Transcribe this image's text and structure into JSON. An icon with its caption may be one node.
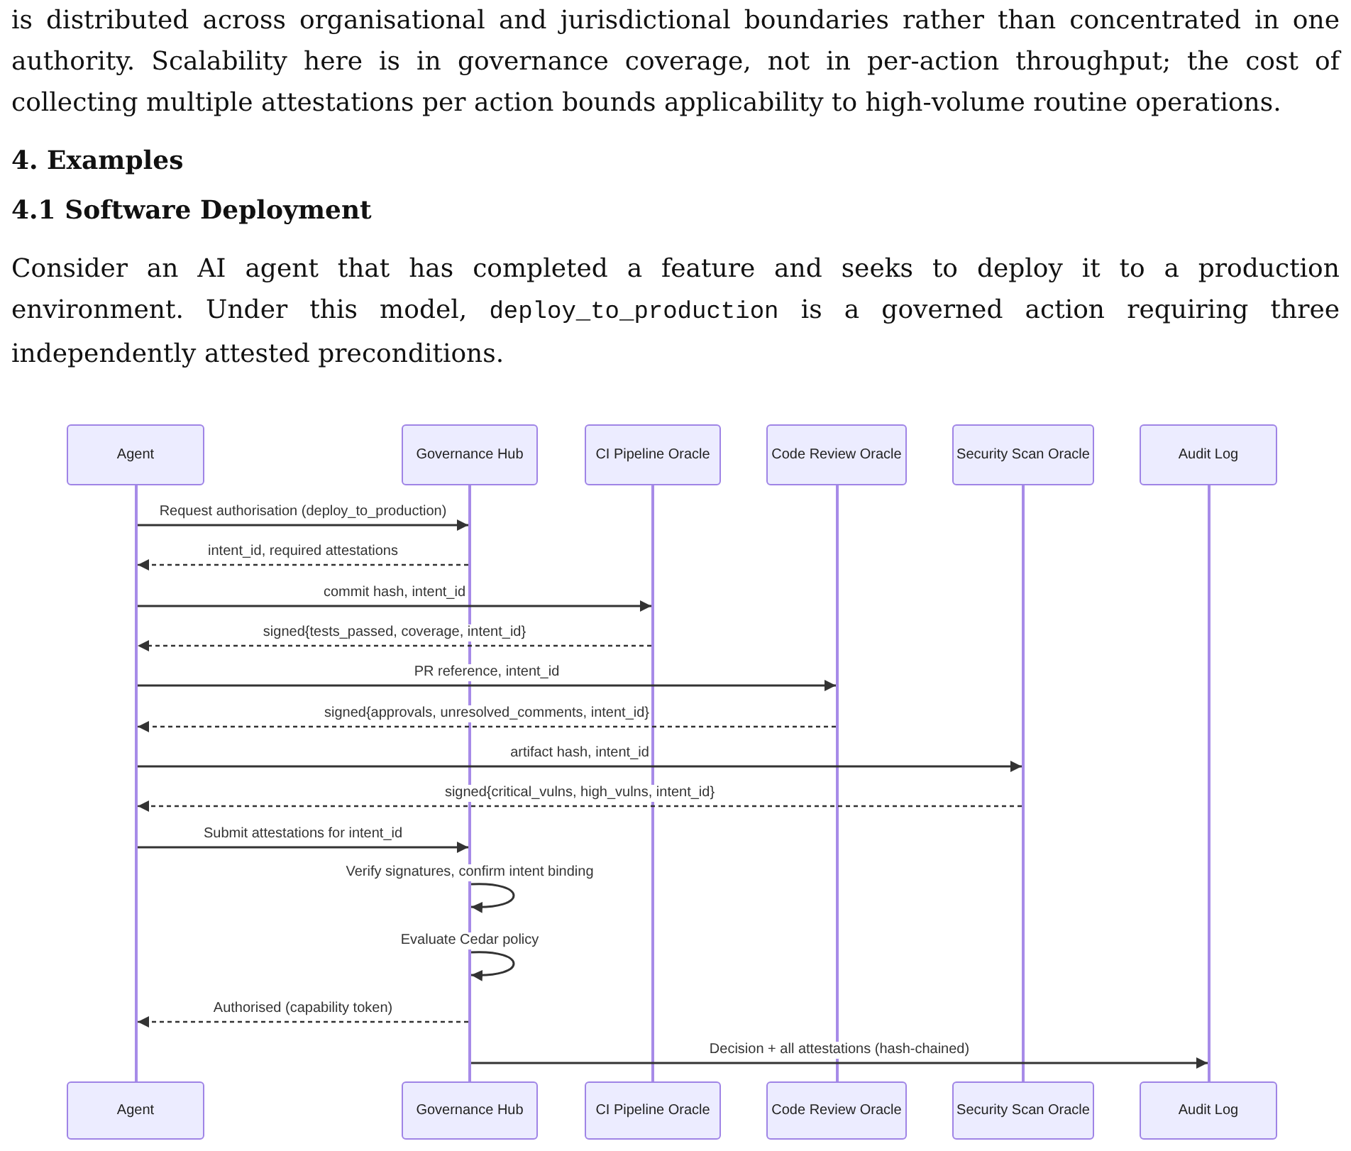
{
  "diagram": {
    "nodes": [
      {
        "text": [
          "Agent"
        ]
      },
      {
        "text": [
          "Governance Hub"
        ]
      },
      {
        "text": [
          "CI Pipeline Oracle"
        ]
      },
      {
        "text": [
          "Code Review Oracle"
        ]
      },
      {
        "text": [
          "Security Scan Oracle"
        ]
      },
      {
        "text": [
          "Audit Log"
        ]
      },
      {
        "text": [],
        "shape": "line"
      },
      {
        "text": [],
        "shape": "line"
      },
      {
        "text": [],
        "shape": "line"
      },
      {
        "text": [],
        "shape": "line"
      },
      {
        "text": [],
        "shape": "line"
      },
      {
        "text": [],
        "shape": "line"
      },
      {
        "text": [
          "Agent"
        ]
      },
      {
        "text": [
          "Governance Hub"
        ]
      },
      {
        "text": [
          "CI Pipeline Oracle"
        ]
      },
      {
        "text": [
          "Code Review Oracle"
        ]
      },
      {
        "text": [
          "Security Scan Oracle"
        ]
      },
      {
        "text": [
          "Audit Log"
        ]
      }
    ],
    "edges": [
      {
        "from": 6,
        "to": 7,
        "arrow": "to",
        "label": "Request authorisation (deploy_to_production)"
      },
      {
        "from": 7,
        "to": 6,
        "arrow": "to",
        "label": "intent_id, required attestations",
        "style": "dashed"
      },
      {
        "from": 6,
        "to": 8,
        "arrow": "to",
        "label": "commit hash, intent_id"
      },
      {
        "from": 8,
        "to": 6,
        "arrow": "to",
        "label": "signed{tests_passed, coverage, intent_id}",
        "style": "dashed"
      },
      {
        "from": 6,
        "to": 9,
        "arrow": "to",
        "label": "PR reference, intent_id"
      },
      {
        "from": 9,
        "to": 6,
        "arrow": "to",
        "label": "signed{approvals, unresolved_comments, intent_id}",
        "style": "dashed"
      },
      {
        "from": 6,
        "to": 10,
        "arrow": "to",
        "label": "artifact hash, intent_id"
      },
      {
        "from": 10,
        "to": 6,
        "arrow": "to",
        "label": "signed{critical_vulns, high_vulns, intent_id}",
        "style": "dashed"
      },
      {
        "from": 6,
        "to": 7,
        "arrow": "to",
        "label": "Submit attestations for intent_id"
      },
      {
        "from": 7,
        "to": 7,
        "arrow": "to",
        "label": "Verify signatures, confirm intent binding"
      },
      {
        "from": 7,
        "to": 7,
        "arrow": "to",
        "label": "Evaluate Cedar policy"
      },
      {
        "from": 7,
        "to": 6,
        "arrow": "to",
        "label": "Authorised (capability token)",
        "style": "dashed"
      },
      {
        "from": 7,
        "to": 11,
        "arrow": "to",
        "label": "Decision + all attestations (hash-chained)"
      }
    ],
    "labels": [
      "is distributed across organisational and jurisdictional boundaries rather than concentrated in one authority. Scalability here is in governance coverage, not in per-action throughput; the cost of collecting multiple attestations per action bounds applicability to high-volume routine operations.",
      "4. Examples",
      "4.1 Software Deployment",
      "Consider an AI agent that has completed a feature and seeks to deploy it to a production environment. Under this model,",
      "deploy_to_production",
      "is a governed action requiring three independently attested preconditions."
    ]
  }
}
